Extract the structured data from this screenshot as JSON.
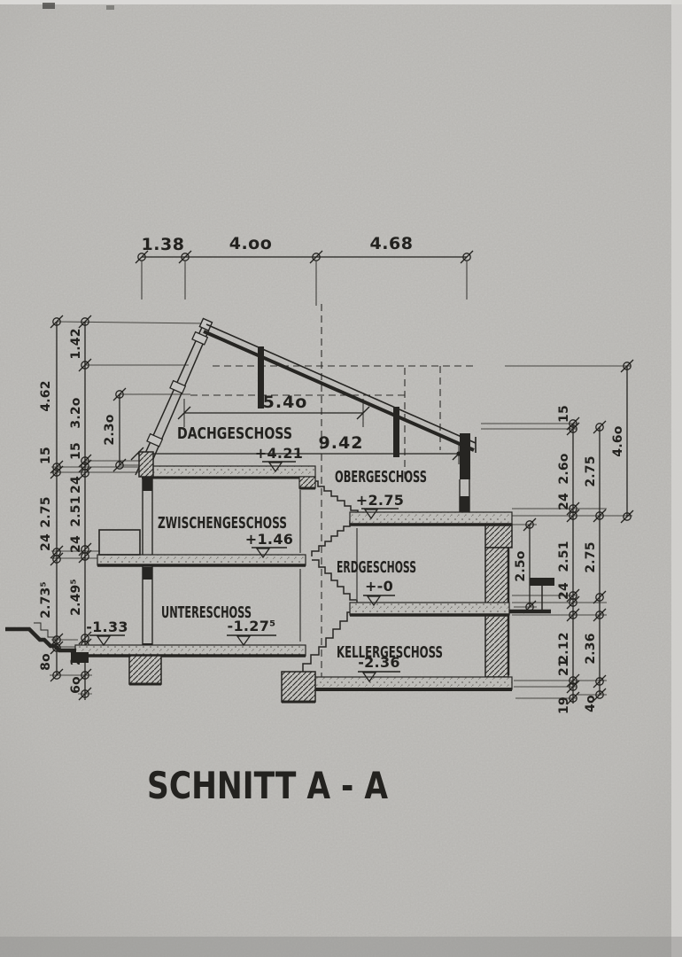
{
  "drawing_title": "SCHNITT A - A",
  "rooms": {
    "dachgeschoss": "DACHGESCHOSS",
    "obergeschoss": "OBERGESCHOSS",
    "zwischengeschoss": "ZWISCHENGESCHOSS",
    "erdgeschoss": "ERDGESCHOSS",
    "untergeschoss": "UNTERESCHOSS",
    "kellergeschoss": "KELLERGESCHOSS"
  },
  "levels": {
    "dg": "+4.21",
    "og": "+2.75",
    "zg": "+1.46",
    "eg": "+-0",
    "ug_left": "-1.33",
    "ug_right": "-1.27⁵",
    "kg": "-2.36"
  },
  "dims": {
    "top": [
      "1.38",
      "4.oo",
      "4.68"
    ],
    "left_outer": [
      "4.62",
      "15",
      "2.75",
      "24",
      "2.73⁵",
      "8o"
    ],
    "left_inner": [
      "1.42",
      "3.2o",
      "15",
      "24",
      "2.51",
      "24",
      "2.49⁵",
      "24",
      "6o"
    ],
    "right_col1": [
      "15",
      "2.6o",
      "24",
      "2.51",
      "24",
      "2.12",
      "21",
      "19"
    ],
    "right_col2": [
      "2.75",
      "2.75",
      "2.36",
      "4o"
    ],
    "right_col3": [
      "4.6o"
    ],
    "right_terrain_height": "2.5o",
    "attic_room_width": "5.4o",
    "upper_floor_width": "9.42",
    "attic_knee_height": "2.3o"
  },
  "colors": {
    "paper": "#c5c4c1",
    "ink": "#23221f"
  }
}
